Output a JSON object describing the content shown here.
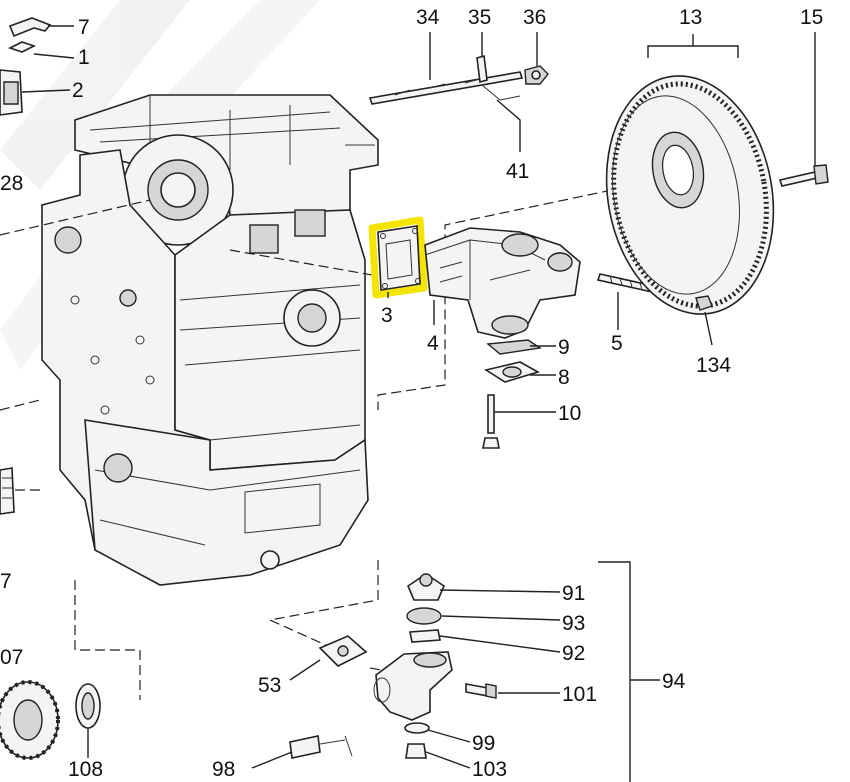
{
  "diagram": {
    "highlight_color": "#f5e400",
    "watermark_color": "#e6e6e6",
    "labels": [
      {
        "id": "7",
        "text": "7"
      },
      {
        "id": "1",
        "text": "1"
      },
      {
        "id": "2",
        "text": "2"
      },
      {
        "id": "28",
        "text": "28"
      },
      {
        "id": "34",
        "text": "34"
      },
      {
        "id": "35",
        "text": "35"
      },
      {
        "id": "36",
        "text": "36"
      },
      {
        "id": "41",
        "text": "41"
      },
      {
        "id": "13",
        "text": "13"
      },
      {
        "id": "15",
        "text": "15"
      },
      {
        "id": "3",
        "text": "3"
      },
      {
        "id": "4",
        "text": "4"
      },
      {
        "id": "5",
        "text": "5"
      },
      {
        "id": "9",
        "text": "9"
      },
      {
        "id": "8",
        "text": "8"
      },
      {
        "id": "10",
        "text": "10"
      },
      {
        "id": "134",
        "text": "134"
      },
      {
        "id": "91",
        "text": "91"
      },
      {
        "id": "93",
        "text": "93"
      },
      {
        "id": "92",
        "text": "92"
      },
      {
        "id": "94",
        "text": "94"
      },
      {
        "id": "53",
        "text": "53"
      },
      {
        "id": "101",
        "text": "101"
      },
      {
        "id": "99",
        "text": "99"
      },
      {
        "id": "103",
        "text": "103"
      },
      {
        "id": "98",
        "text": "98"
      },
      {
        "id": "107",
        "text": "07"
      },
      {
        "id": "108",
        "text": "108"
      },
      {
        "id": "27",
        "text": "7"
      }
    ]
  }
}
